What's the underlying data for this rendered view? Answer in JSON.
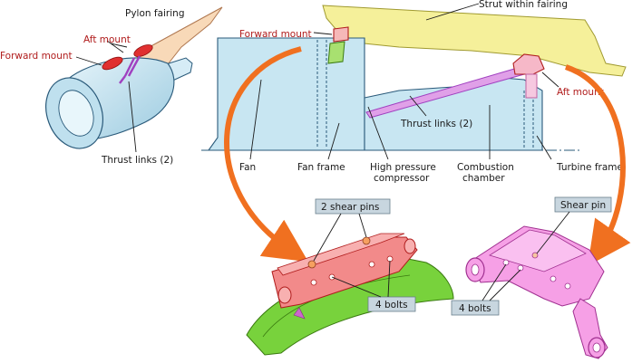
{
  "labels": {
    "pylon_fairing": "Pylon fairing",
    "aft_mount_small": "Aft mount",
    "forward_mount_small": "Forward mount",
    "thrust_links_small": "Thrust links (2)",
    "strut_within_fairing": "Strut within fairing",
    "forward_mount": "Forward mount",
    "aft_mount": "Aft mount",
    "thrust_links": "Thrust links (2)",
    "fan": "Fan",
    "fan_frame": "Fan frame",
    "hp_compressor_line1": "High pressure",
    "hp_compressor_line2": "compressor",
    "combustion_line1": "Combustion",
    "combustion_line2": "chamber",
    "turbine_frame": "Turbine frame",
    "shear_pins_2": "2 shear pins",
    "bolts_left": "4 bolts",
    "shear_pin": "Shear pin",
    "bolts_right": "4 bolts"
  },
  "colors": {
    "engine_fill": "#c8e6f2",
    "engine_stroke": "#2a5a7a",
    "strut_fill": "#f5f09a",
    "mount_fill": "#f6b8b8",
    "mount_stroke": "#b01c1c",
    "thrust_link": "#cc66cc",
    "arrow": "#f07020",
    "green_part": "#78d23c",
    "pink_part": "#f6a0e6",
    "label_box": "#c8d6df",
    "label_red": "#b01c1c"
  }
}
